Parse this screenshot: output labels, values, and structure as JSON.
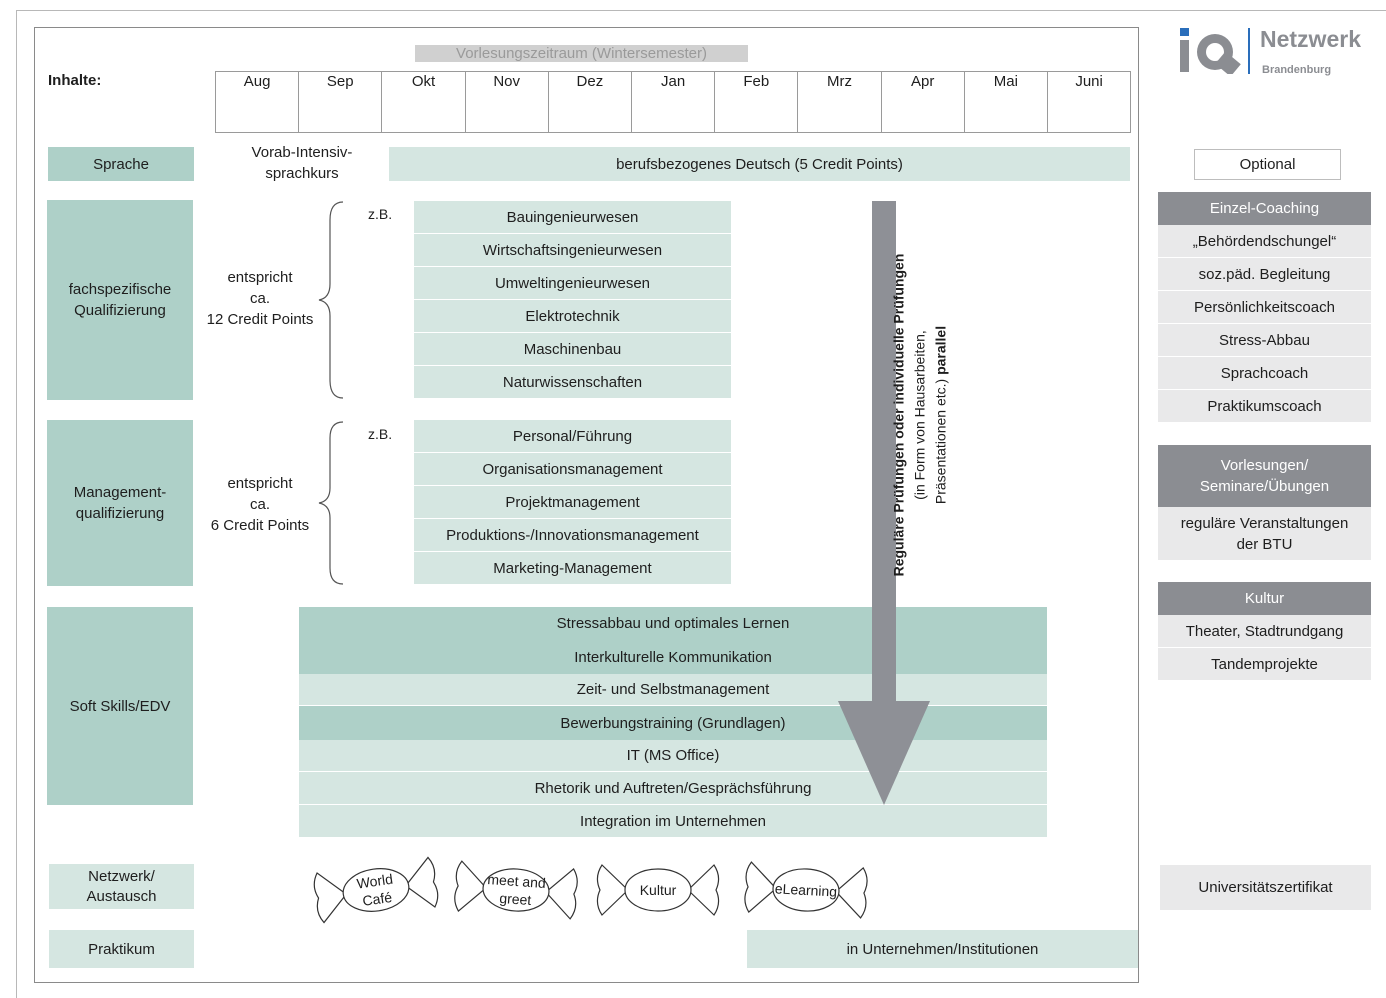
{
  "logo": {
    "brand": "Netzwerk",
    "region": "Brandenburg",
    "mark": "IQ"
  },
  "header": {
    "period": "Vorlesungszeitraum (Wintersemester)",
    "contents_label": "Inhalte:",
    "months": [
      "Aug",
      "Sep",
      "Okt",
      "Nov",
      "Dez",
      "Jan",
      "Feb",
      "Mrz",
      "Apr",
      "Mai",
      "Juni"
    ]
  },
  "rows": {
    "sprache": {
      "label": "Sprache",
      "pre": "Vorab-Intensiv-sprachkurs",
      "main": "berufsbezogenes Deutsch (5 Credit Points)"
    },
    "fach": {
      "label": "fachspezifische Qualifizierung",
      "credits": [
        "entspricht",
        "ca.",
        "12 Credit Points"
      ],
      "eg": "z.B.",
      "items": [
        "Bauingenieurwesen",
        "Wirtschaftsingenieurwesen",
        "Umweltingenieurwesen",
        "Elektrotechnik",
        "Maschinenbau",
        "Naturwissenschaften"
      ]
    },
    "mgmt": {
      "label": "Management-qualifizierung",
      "credits": [
        "entspricht",
        "ca.",
        "6 Credit Points"
      ],
      "eg": "z.B.",
      "items": [
        "Personal/Führung",
        "Organisationsmanagement",
        "Projektmanagement",
        "Produktions-/Innovationsmanagement",
        "Marketing-Management"
      ]
    },
    "soft": {
      "label": "Soft Skills/EDV",
      "items": [
        "Stressabbau und optimales Lernen",
        "Interkulturelle Kommunikation",
        "Zeit- und Selbstmanagement",
        "Bewerbungstraining (Grundlagen)",
        "IT (MS Office)",
        "Rhetorik und Auftreten/Gesprächsführung",
        "Integration im Unternehmen"
      ]
    },
    "netz": {
      "label": "Netzwerk/ Austausch",
      "candies": [
        "World Café",
        "meet and greet",
        "Kultur",
        "eLearning"
      ]
    },
    "praktikum": {
      "label": "Praktikum",
      "main": "in Unternehmen/Institutionen"
    }
  },
  "arrow": {
    "bold": "Reguläre Prüfungen oder individuelle Prüfungen",
    "line2": "(in Form von Hausarbeiten,",
    "line3_prefix": "Präsentationen etc.)",
    "line3_bold": "parallel"
  },
  "optional": {
    "title": "Optional",
    "coaching_header": "Einzel-Coaching",
    "coaching_items": [
      "„Behördendschungel“",
      "soz.päd. Begleitung",
      "Persönlichkeitscoach",
      "Stress-Abbau",
      "Sprachcoach",
      "Praktikumscoach"
    ],
    "lectures_header": "Vorlesungen/ Seminare/Übungen",
    "lectures_text": "reguläre Veranstaltungen der BTU",
    "culture_header": "Kultur",
    "culture_items": [
      "Theater, Stadtrundgang",
      "Tandemprojekte"
    ],
    "certificate": "Universitätszertifikat"
  },
  "colors": {
    "teal": "#aed0c8",
    "light_teal": "#d5e6e1",
    "grey": "#8b8d92",
    "light_grey": "#e9e9ea",
    "arrow": "#8e9096",
    "logo_blue": "#2a6ebb"
  }
}
